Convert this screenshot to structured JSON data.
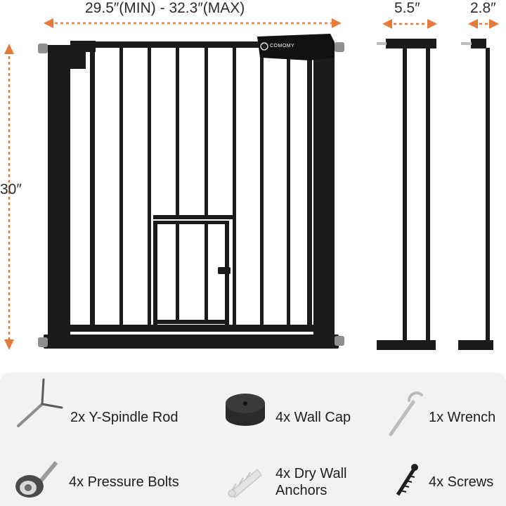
{
  "dimensions": {
    "width_range": "29.5″(MIN) - 32.3″(MAX)",
    "extension_large": "5.5″",
    "extension_small": "2.8″",
    "height": "30″"
  },
  "brand": "COMOMY",
  "colors": {
    "arrow": "#e8793a",
    "gate": "#1b1b1b",
    "panel": "#f2f2f2"
  },
  "accessories": [
    {
      "icon": "y-spindle-rod-icon",
      "label": "2x Y-Spindle Rod"
    },
    {
      "icon": "wall-cap-icon",
      "label": "4x Wall Cap"
    },
    {
      "icon": "wrench-icon",
      "label": "1x Wrench"
    },
    {
      "icon": "pressure-bolt-icon",
      "label": "4x Pressure Bolts"
    },
    {
      "icon": "dry-wall-anchor-icon",
      "label_line1": "4x Dry Wall",
      "label_line2": "Anchors"
    },
    {
      "icon": "screw-icon",
      "label": "4x Screws"
    }
  ]
}
